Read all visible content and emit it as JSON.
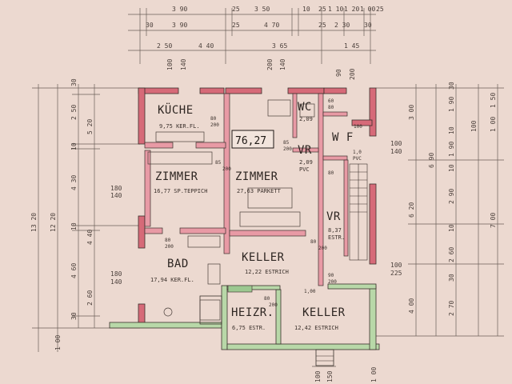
{
  "top_dims": {
    "r1": [
      "3 90",
      "25",
      "3 50",
      "10",
      "25",
      "1 10",
      "1 20",
      "1 00",
      "25"
    ],
    "r2": [
      "30",
      "3 90",
      "25",
      "4 70",
      "25",
      "2 30",
      "30"
    ],
    "r3": [
      "2 50",
      "4 40",
      "3 65",
      "1 45"
    ],
    "extra": [
      "100",
      "140",
      "200",
      "140",
      "90",
      "200"
    ]
  },
  "rooms": {
    "kueche": {
      "name": "KÜCHE",
      "area": "9,75 KER.FL."
    },
    "wc": {
      "name": "WC",
      "area": "2,09"
    },
    "wf": {
      "name": "W F"
    },
    "vr1": {
      "name": "VR",
      "area": "2,09",
      "floor": "PVC"
    },
    "zimmer1": {
      "name": "ZIMMER",
      "area": "16,77 SP.TEPPICH"
    },
    "zimmer2": {
      "name": "ZIMMER",
      "area": "27,63 PARKETT"
    },
    "vr2": {
      "name": "VR",
      "area": "8,37",
      "floor": "ESTR."
    },
    "bad": {
      "name": "BAD",
      "area": "17,94 KER.FL."
    },
    "keller1": {
      "name": "KELLER",
      "area": "12,22 ESTRICH"
    },
    "heizr": {
      "name": "HEIZR.",
      "area": "6,75 ESTR."
    },
    "keller2": {
      "name": "KELLER",
      "area": "12,42 ESTRICH"
    }
  },
  "total_area": "76,27",
  "door_labels": [
    "80",
    "200",
    "85",
    "200",
    "85",
    "200",
    "80",
    "200",
    "80",
    "200",
    "90",
    "200",
    "80",
    "200",
    "60",
    "80",
    "80",
    "100",
    "1,0",
    "1,00",
    "PVC"
  ],
  "left_dims": {
    "outer": "13 20",
    "mid": "12 20",
    "inner": [
      "30",
      "2 50",
      "10",
      "4 30",
      "10",
      "4 60",
      "30"
    ],
    "inner2": [
      "5 20",
      "4 40",
      "2 60"
    ],
    "small": [
      "180",
      "140",
      "180",
      "140"
    ],
    "bottom": "1 00"
  },
  "right_dims": {
    "a": [
      "3 00",
      "6 90",
      "6 20",
      "4 00"
    ],
    "b": [
      "30",
      "1 90",
      "10",
      "1 90",
      "10",
      "2 90",
      "10",
      "2 60",
      "30",
      "2 70"
    ],
    "c": [
      "1 50",
      "100",
      "1 00",
      "7 00"
    ],
    "small": [
      "100",
      "140",
      "100",
      "225"
    ]
  },
  "bottom_dims": [
    "100",
    "150",
    "1 00"
  ]
}
